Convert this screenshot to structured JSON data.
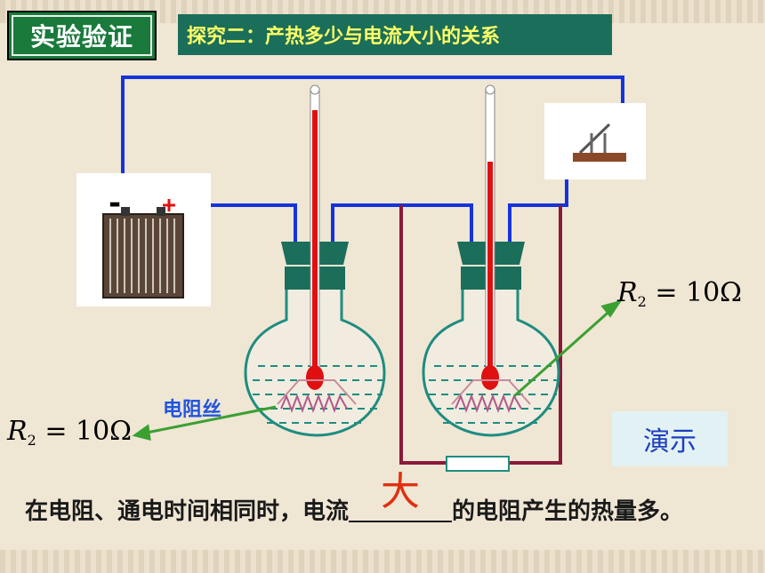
{
  "tag": "实验验证",
  "title": "探究二：产热多少与电流大小的关系",
  "labels": {
    "r_right_letter": "R",
    "r_right_sub": "2",
    "r_right_value": " = 10Ω",
    "r_left_letter": "R",
    "r_left_sub": "2",
    "r_left_value": " = 10Ω",
    "wire": "电阻丝",
    "battery_minus": "-"
  },
  "demo_button": "演示",
  "conclusion": {
    "before": "在电阻、通电时间相同时，电流",
    "answer": "大",
    "after": "的电阻产生的热量多。"
  },
  "colors": {
    "tag_bg": "#1a7a3c",
    "title_bg": "#1b6e5a",
    "title_text": "#ffff66",
    "wire_blue": "#1533dd",
    "wire_red": "#8b1a3a",
    "flask": "#1f8c80",
    "thermo_red": "#e01010",
    "answer": "#e03010",
    "pointer": "#3aa032"
  }
}
